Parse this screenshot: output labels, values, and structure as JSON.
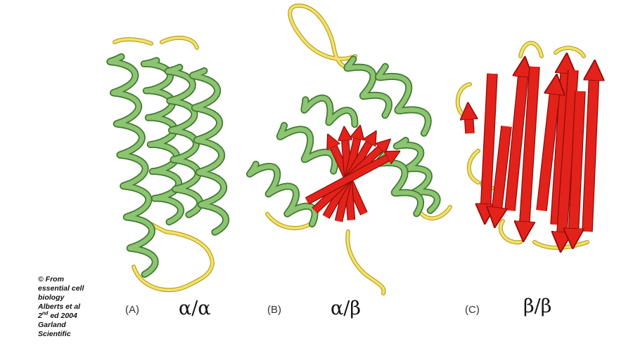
{
  "panels": [
    {
      "tag": "(A)",
      "fold": "α/α",
      "name": "alpha-alpha"
    },
    {
      "tag": "(B)",
      "fold": "α/β",
      "name": "alpha-beta"
    },
    {
      "tag": "(C)",
      "fold": "β/β",
      "name": "beta-beta"
    }
  ],
  "credit": {
    "line1": "© From",
    "line2": "essential cell",
    "line3": "biology",
    "line4": "Alberts et al",
    "line5_num": "2",
    "line5_sup": "nd",
    "line5_rest": " ed 2004",
    "line6": "Garland",
    "line7": "Scientific"
  },
  "colors": {
    "helix": "#8cc471",
    "helix_edge": "#3f7a30",
    "strand": "#e3231b",
    "strand_edge": "#8e0d08",
    "coil": "#f3e36a",
    "coil_edge": "#b9a226"
  }
}
